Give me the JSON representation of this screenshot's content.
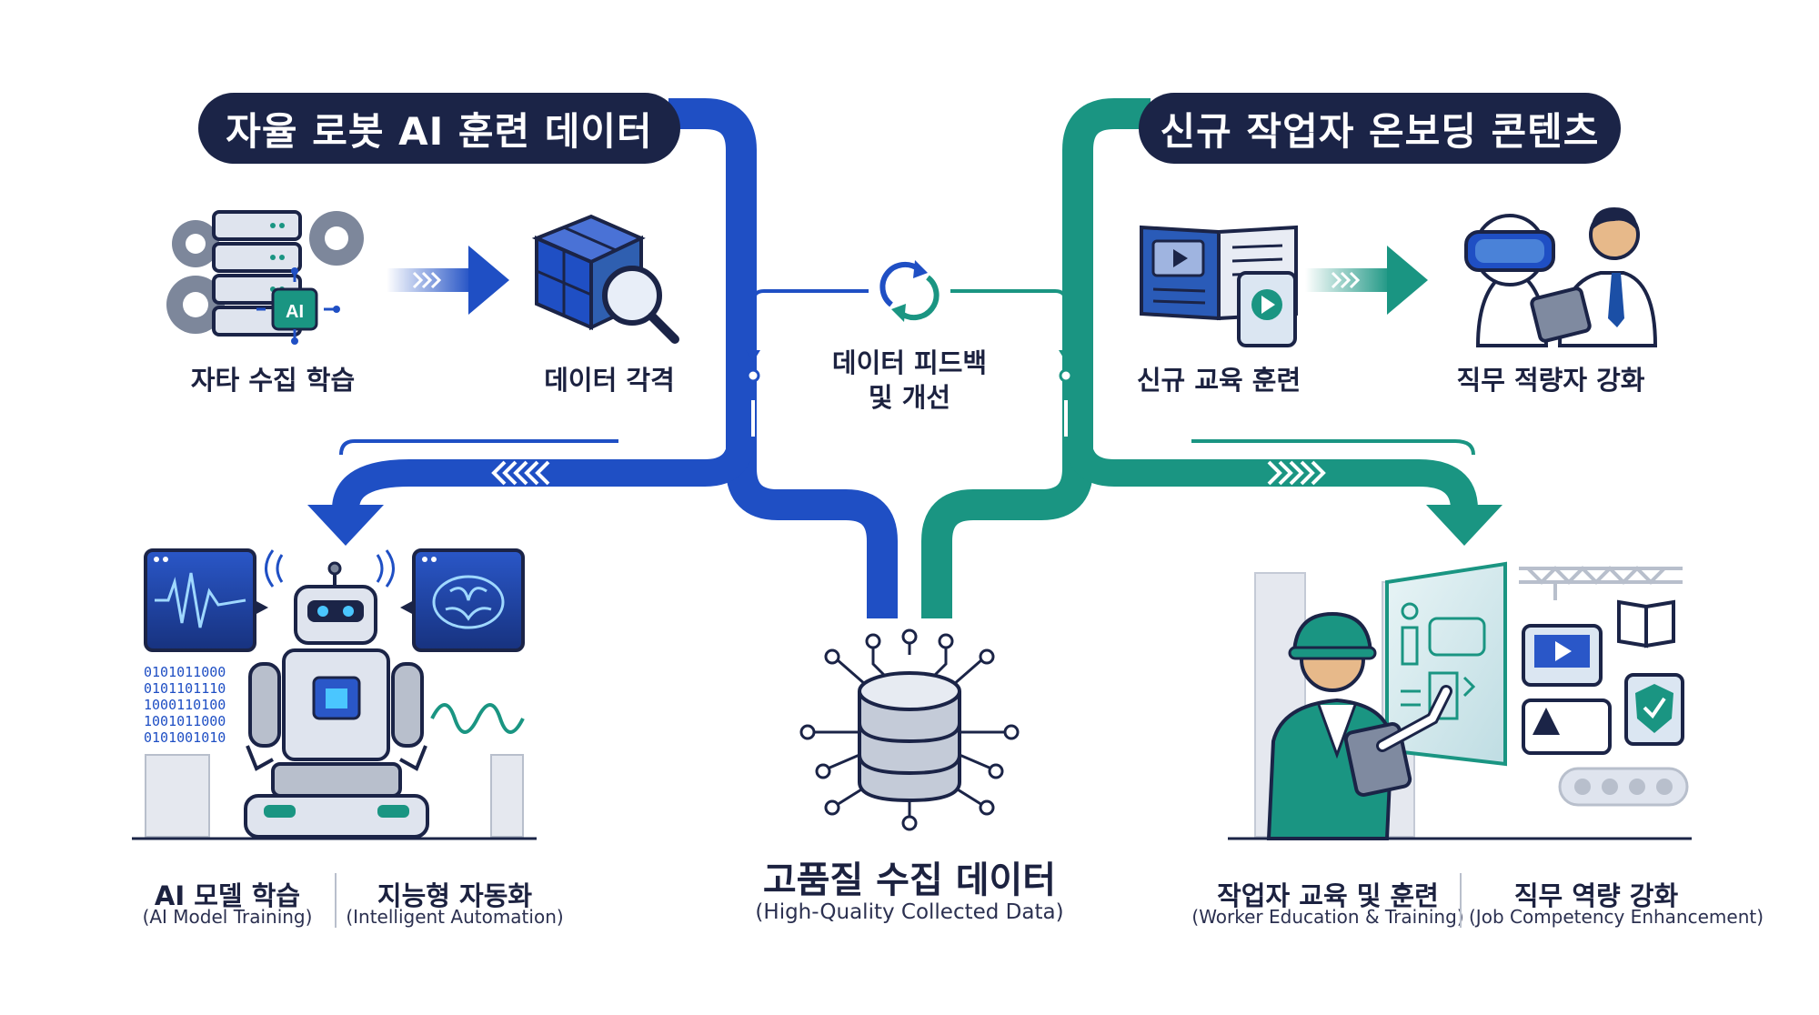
{
  "left_section": {
    "title": "자율 로봇 AI 훈련 데이터",
    "step1_label": "자타 수집 학습",
    "step2_label": "데이터 각격",
    "binary_text": [
      "0101011000",
      "0101101110",
      "1000110100",
      "1001011000",
      "0101001010"
    ],
    "outcome1_label": "AI 모델 학습",
    "outcome1_sub": "(AI Model Training)",
    "outcome2_label": "지능형 자동화",
    "outcome2_sub": "(Intelligent Automation)",
    "server_chip_label": "AI"
  },
  "right_section": {
    "title": "신규 작업자 온보딩 콘텐츠",
    "step1_label": "신규 교육 훈련",
    "step2_label": "직무 적량자 강화",
    "outcome1_label": "작업자 교육 및 훈련",
    "outcome1_sub": "(Worker Education & Training)",
    "outcome2_label": "직무 역량 강화",
    "outcome2_sub": "(Job Competency Enhancement)"
  },
  "center": {
    "feedback_line1": "데이터 피드백",
    "feedback_line2": "및 개선",
    "hub_title": "고품질 수집 데이터",
    "hub_sub": "(High-Quality Collected Data)"
  },
  "colors": {
    "navy": "#1b2447",
    "blue": "#1f4fc4",
    "teal": "#1a9582",
    "slate": "#8a93a8",
    "light": "#dfe4ee"
  }
}
